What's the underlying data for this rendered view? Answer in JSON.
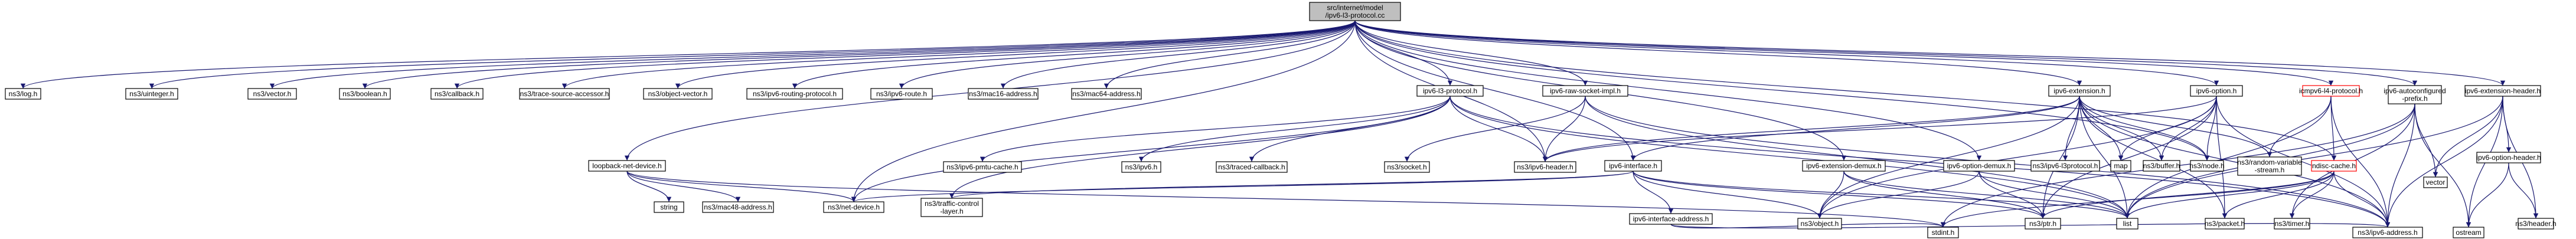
{
  "colors": {
    "edge": "#191970",
    "node_border": "#000000",
    "node_fill": "#ffffff",
    "root_fill": "#bfbfbf",
    "highlight_border": "#ff0000"
  },
  "nodes": [
    {
      "id": "root",
      "lines": [
        "src/internet/model",
        "/ipv6-l3-protocol.cc"
      ],
      "style": "root"
    },
    {
      "id": "log",
      "lines": [
        "ns3/log.h"
      ],
      "style": "plain"
    },
    {
      "id": "uinteger",
      "lines": [
        "ns3/uinteger.h"
      ],
      "style": "plain"
    },
    {
      "id": "vector",
      "lines": [
        "ns3/vector.h"
      ],
      "style": "plain"
    },
    {
      "id": "boolean",
      "lines": [
        "ns3/boolean.h"
      ],
      "style": "plain"
    },
    {
      "id": "callback",
      "lines": [
        "ns3/callback.h"
      ],
      "style": "plain"
    },
    {
      "id": "trace_source",
      "lines": [
        "ns3/trace-source-accessor.h"
      ],
      "style": "plain"
    },
    {
      "id": "object_vector",
      "lines": [
        "ns3/object-vector.h"
      ],
      "style": "plain"
    },
    {
      "id": "ipv6_routing",
      "lines": [
        "ns3/ipv6-routing-protocol.h"
      ],
      "style": "plain"
    },
    {
      "id": "ipv6_route",
      "lines": [
        "ns3/ipv6-route.h"
      ],
      "style": "plain"
    },
    {
      "id": "mac16",
      "lines": [
        "ns3/mac16-address.h"
      ],
      "style": "plain"
    },
    {
      "id": "mac64",
      "lines": [
        "ns3/mac64-address.h"
      ],
      "style": "plain"
    },
    {
      "id": "ipv6_l3_h",
      "lines": [
        "ipv6-l3-protocol.h"
      ],
      "style": "plain"
    },
    {
      "id": "ipv6_raw",
      "lines": [
        "ipv6-raw-socket-impl.h"
      ],
      "style": "plain"
    },
    {
      "id": "ipv6_ext",
      "lines": [
        "ipv6-extension.h"
      ],
      "style": "plain"
    },
    {
      "id": "ipv6_option",
      "lines": [
        "ipv6-option.h"
      ],
      "style": "plain"
    },
    {
      "id": "icmpv6_l4",
      "lines": [
        "icmpv6-l4-protocol.h"
      ],
      "style": "highlight"
    },
    {
      "id": "ipv6_autoconf",
      "lines": [
        "ipv6-autoconfigured",
        "-prefix.h"
      ],
      "style": "plain"
    },
    {
      "id": "ipv6_ext_header",
      "lines": [
        "ipv6-extension-header.h"
      ],
      "style": "plain"
    },
    {
      "id": "loopback",
      "lines": [
        "loopback-net-device.h"
      ],
      "style": "plain"
    },
    {
      "id": "string",
      "lines": [
        "string"
      ],
      "style": "plain"
    },
    {
      "id": "mac48",
      "lines": [
        "ns3/mac48-address.h"
      ],
      "style": "plain"
    },
    {
      "id": "net_device",
      "lines": [
        "ns3/net-device.h"
      ],
      "style": "plain"
    },
    {
      "id": "traffic_ctrl",
      "lines": [
        "ns3/traffic-control",
        "-layer.h"
      ],
      "style": "plain"
    },
    {
      "id": "pmtu",
      "lines": [
        "ns3/ipv6-pmtu-cache.h"
      ],
      "style": "plain"
    },
    {
      "id": "ipv6",
      "lines": [
        "ns3/ipv6.h"
      ],
      "style": "plain"
    },
    {
      "id": "traced_cb",
      "lines": [
        "ns3/traced-callback.h"
      ],
      "style": "plain"
    },
    {
      "id": "socket",
      "lines": [
        "ns3/socket.h"
      ],
      "style": "plain"
    },
    {
      "id": "ipv6_header",
      "lines": [
        "ns3/ipv6-header.h"
      ],
      "style": "plain"
    },
    {
      "id": "ipv6_iface",
      "lines": [
        "ipv6-interface.h"
      ],
      "style": "plain"
    },
    {
      "id": "ipv6_ext_demux",
      "lines": [
        "ipv6-extension-demux.h"
      ],
      "style": "plain"
    },
    {
      "id": "ipv6_opt_demux",
      "lines": [
        "ipv6-option-demux.h"
      ],
      "style": "plain"
    },
    {
      "id": "ipv6_l3proto",
      "lines": [
        "ns3/ipv6-l3protocol.h"
      ],
      "style": "plain"
    },
    {
      "id": "map",
      "lines": [
        "map"
      ],
      "style": "plain"
    },
    {
      "id": "buffer",
      "lines": [
        "ns3/buffer.h"
      ],
      "style": "plain"
    },
    {
      "id": "node",
      "lines": [
        "ns3/node.h"
      ],
      "style": "plain"
    },
    {
      "id": "random_var",
      "lines": [
        "ns3/random-variable",
        "-stream.h"
      ],
      "style": "plain"
    },
    {
      "id": "ndisc",
      "lines": [
        "ndisc-cache.h"
      ],
      "style": "highlight"
    },
    {
      "id": "ipv6_opt_header",
      "lines": [
        "ipv6-option-header.h"
      ],
      "style": "plain"
    },
    {
      "id": "ipv6_iface_addr",
      "lines": [
        "ipv6-interface-address.h"
      ],
      "style": "plain"
    },
    {
      "id": "object",
      "lines": [
        "ns3/object.h"
      ],
      "style": "plain"
    },
    {
      "id": "ptr",
      "lines": [
        "ns3/ptr.h"
      ],
      "style": "plain"
    },
    {
      "id": "list",
      "lines": [
        "list"
      ],
      "style": "plain"
    },
    {
      "id": "packet",
      "lines": [
        "ns3/packet.h"
      ],
      "style": "plain"
    },
    {
      "id": "timer",
      "lines": [
        "ns3/timer.h"
      ],
      "style": "plain"
    },
    {
      "id": "vector_std",
      "lines": [
        "vector"
      ],
      "style": "plain"
    },
    {
      "id": "header",
      "lines": [
        "ns3/header.h"
      ],
      "style": "plain"
    },
    {
      "id": "ostream",
      "lines": [
        "ostream"
      ],
      "style": "plain"
    },
    {
      "id": "stdint",
      "lines": [
        "stdint.h"
      ],
      "style": "plain"
    },
    {
      "id": "ipv6_address",
      "lines": [
        "ns3/ipv6-address.h"
      ],
      "style": "plain"
    }
  ],
  "edges": [
    [
      "root",
      "log"
    ],
    [
      "root",
      "uinteger"
    ],
    [
      "root",
      "vector"
    ],
    [
      "root",
      "boolean"
    ],
    [
      "root",
      "callback"
    ],
    [
      "root",
      "trace_source"
    ],
    [
      "root",
      "object_vector"
    ],
    [
      "root",
      "ipv6_routing"
    ],
    [
      "root",
      "ipv6_route"
    ],
    [
      "root",
      "mac16"
    ],
    [
      "root",
      "mac64"
    ],
    [
      "root",
      "ipv6_l3_h"
    ],
    [
      "root",
      "ipv6_raw"
    ],
    [
      "root",
      "ipv6_ext"
    ],
    [
      "root",
      "ipv6_option"
    ],
    [
      "root",
      "icmpv6_l4"
    ],
    [
      "root",
      "ipv6_autoconf"
    ],
    [
      "root",
      "ipv6_ext_header"
    ],
    [
      "root",
      "loopback"
    ],
    [
      "root",
      "ipv6_iface"
    ],
    [
      "root",
      "ipv6_ext_demux"
    ],
    [
      "root",
      "ipv6_opt_demux"
    ],
    [
      "root",
      "node"
    ],
    [
      "root",
      "ndisc"
    ],
    [
      "root",
      "net_device"
    ],
    [
      "root",
      "ipv6_header"
    ],
    [
      "loopback",
      "string"
    ],
    [
      "loopback",
      "mac48"
    ],
    [
      "loopback",
      "net_device"
    ],
    [
      "loopback",
      "stdint"
    ],
    [
      "ipv6_l3_h",
      "pmtu"
    ],
    [
      "ipv6_l3_h",
      "ipv6"
    ],
    [
      "ipv6_l3_h",
      "traced_cb"
    ],
    [
      "ipv6_l3_h",
      "ipv6_header"
    ],
    [
      "ipv6_l3_h",
      "net_device"
    ],
    [
      "ipv6_l3_h",
      "traffic_ctrl"
    ],
    [
      "ipv6_l3_h",
      "list"
    ],
    [
      "ipv6_l3_h",
      "ipv6_address"
    ],
    [
      "ipv6_raw",
      "socket"
    ],
    [
      "ipv6_raw",
      "ipv6_header"
    ],
    [
      "ipv6_raw",
      "list"
    ],
    [
      "ipv6_raw",
      "ipv6_address"
    ],
    [
      "ipv6_ext",
      "ipv6_l3proto"
    ],
    [
      "ipv6_ext",
      "map"
    ],
    [
      "ipv6_ext",
      "buffer"
    ],
    [
      "ipv6_ext",
      "node"
    ],
    [
      "ipv6_ext",
      "random_var"
    ],
    [
      "ipv6_ext",
      "ipv6_header"
    ],
    [
      "ipv6_ext",
      "ipv6_iface"
    ],
    [
      "ipv6_ext",
      "object"
    ],
    [
      "ipv6_ext",
      "ptr"
    ],
    [
      "ipv6_ext",
      "list"
    ],
    [
      "ipv6_ext",
      "packet"
    ],
    [
      "ipv6_ext",
      "ipv6_address"
    ],
    [
      "ipv6_option",
      "map"
    ],
    [
      "ipv6_option",
      "buffer"
    ],
    [
      "ipv6_option",
      "node"
    ],
    [
      "ipv6_option",
      "ipv6_header"
    ],
    [
      "ipv6_option",
      "object"
    ],
    [
      "ipv6_option",
      "ptr"
    ],
    [
      "ipv6_option",
      "packet"
    ],
    [
      "ipv6_option",
      "ipv6_address"
    ],
    [
      "icmpv6_l4",
      "random_var"
    ],
    [
      "icmpv6_l4",
      "ndisc"
    ],
    [
      "icmpv6_l4",
      "ipv6_address"
    ],
    [
      "icmpv6_l4",
      "list"
    ],
    [
      "ipv6_iface",
      "ipv6_iface_addr"
    ],
    [
      "ipv6_iface",
      "object"
    ],
    [
      "ipv6_iface",
      "ptr"
    ],
    [
      "ipv6_iface",
      "list"
    ],
    [
      "ipv6_iface",
      "net_device"
    ],
    [
      "ipv6_iface",
      "traffic_ctrl"
    ],
    [
      "ipv6_ext_demux",
      "object"
    ],
    [
      "ipv6_ext_demux",
      "ptr"
    ],
    [
      "ipv6_ext_demux",
      "list"
    ],
    [
      "ipv6_opt_demux",
      "object"
    ],
    [
      "ipv6_opt_demux",
      "ptr"
    ],
    [
      "ipv6_opt_demux",
      "list"
    ],
    [
      "ipv6_iface_addr",
      "stdint"
    ],
    [
      "ipv6_iface_addr",
      "ipv6_address"
    ],
    [
      "ndisc",
      "ptr"
    ],
    [
      "ndisc",
      "timer"
    ],
    [
      "ndisc",
      "packet"
    ],
    [
      "ndisc",
      "list"
    ],
    [
      "ndisc",
      "stdint"
    ],
    [
      "ndisc",
      "ipv6_address"
    ],
    [
      "ipv6_autoconf",
      "vector_std"
    ],
    [
      "ipv6_autoconf",
      "ostream"
    ],
    [
      "ipv6_autoconf",
      "timer"
    ],
    [
      "ipv6_autoconf",
      "list"
    ],
    [
      "ipv6_autoconf",
      "stdint"
    ],
    [
      "ipv6_autoconf",
      "ipv6_address"
    ],
    [
      "ipv6_ext_header",
      "vector_std"
    ],
    [
      "ipv6_ext_header",
      "list"
    ],
    [
      "ipv6_ext_header",
      "ostream"
    ],
    [
      "ipv6_ext_header",
      "ipv6_opt_header"
    ],
    [
      "ipv6_ext_header",
      "header"
    ],
    [
      "ipv6_ext_header",
      "ipv6_address"
    ],
    [
      "ipv6_opt_header",
      "header"
    ],
    [
      "ipv6_opt_header",
      "ostream"
    ]
  ]
}
